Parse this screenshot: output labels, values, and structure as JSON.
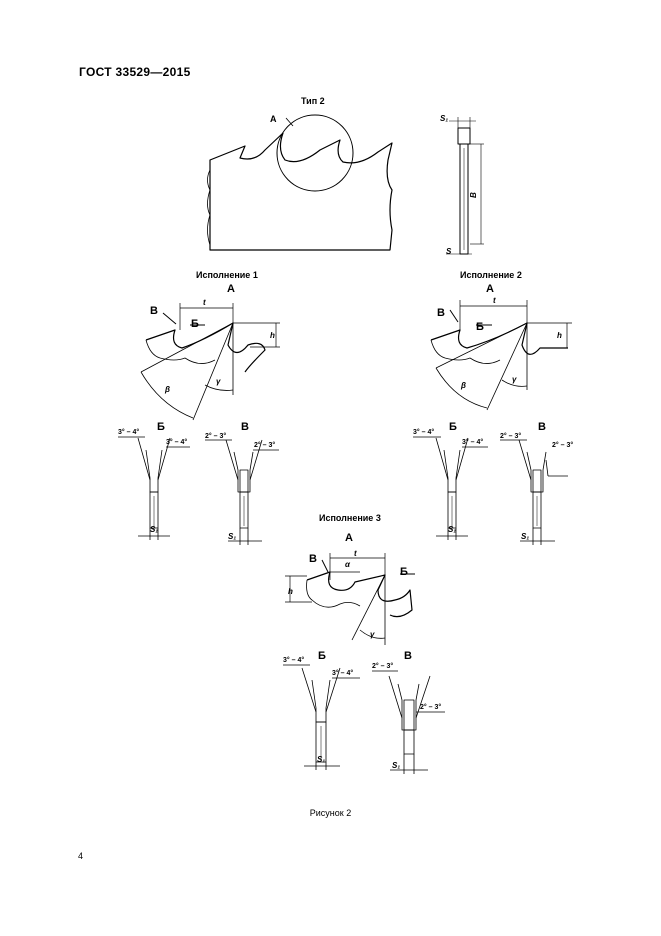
{
  "header": {
    "standard": "ГОСТ 33529—2015"
  },
  "figure": {
    "type_title": "Тип 2",
    "view_a": "А",
    "view_b": "Б",
    "view_v": "В",
    "variant1": "Исполнение 1",
    "variant2": "Исполнение 2",
    "variant3": "Исполнение 3",
    "dim_t": "t",
    "dim_h": "h",
    "dim_B": "B",
    "dim_S": "S",
    "dim_S1": "S₁",
    "ang_beta": "β",
    "ang_gamma": "γ",
    "ang_alpha": "α",
    "ang_3_4": "3° – 4°",
    "ang_2_3": "2° – 3°"
  },
  "caption": "Рисунок 2",
  "page_number": "4"
}
